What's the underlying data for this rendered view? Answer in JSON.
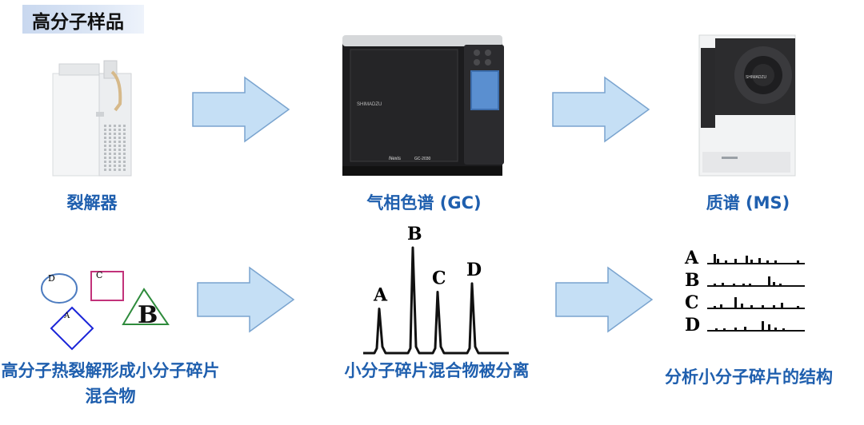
{
  "header": {
    "title": "高分子样品"
  },
  "stages": {
    "pyrolyzer": {
      "label": "裂解器",
      "brand": ""
    },
    "gc": {
      "label": "气相色谱 (GC)",
      "brand": "SHIMADZU",
      "model": "Nexis",
      "model_no": "GC-2030"
    },
    "ms": {
      "label": "质谱 (MS)",
      "brand": "SHIMADZU"
    }
  },
  "descriptions": {
    "polymer": "高分子热裂解形成小分子碎片混合物",
    "separation": "小分子碎片混合物被分离",
    "analysis": "分析小分子碎片的结构"
  },
  "fragments": {
    "circle": "D",
    "square": "C",
    "triangle": "B",
    "diamond": "A"
  },
  "chromatogram": {
    "peaks": [
      {
        "label": "A",
        "height": 0.42
      },
      {
        "label": "B",
        "height": 1.0
      },
      {
        "label": "C",
        "height": 0.58
      },
      {
        "label": "D",
        "height": 0.66
      }
    ]
  },
  "spectra": {
    "rows": [
      "A",
      "B",
      "C",
      "D"
    ]
  },
  "colors": {
    "arrow_fill": "#c5dff5",
    "arrow_stroke": "#7aa4cf",
    "label_blue": "#1f5fae",
    "circle": "#4d7cc0",
    "square": "#c2327a",
    "triangle": "#2e8b3c",
    "diamond": "#1b25d8"
  }
}
